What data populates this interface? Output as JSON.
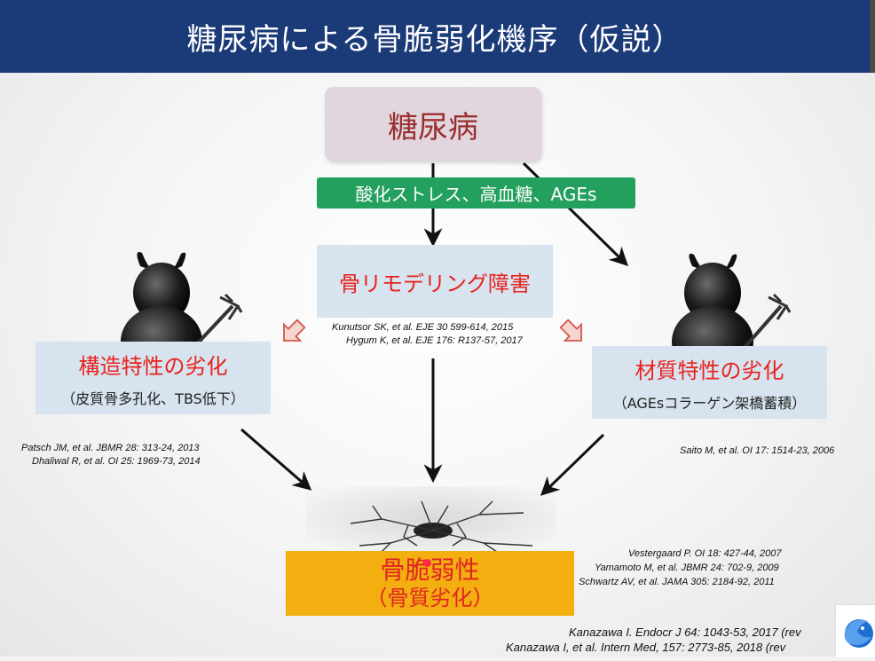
{
  "title": "糖尿病による骨脆弱化機序（仮説）",
  "top_node": "糖尿病",
  "mediators": "酸化ストレス、高血糖、AGEs",
  "center_node": {
    "title": "骨リモデリング障害",
    "refs": [
      "Kunutsor SK, et al.   EJE 30 599-614, 2015",
      "Hygum K, et al.   EJE 176: R137-57, 2017"
    ]
  },
  "left_node": {
    "title": "構造特性の劣化",
    "subtitle": "（皮質骨多孔化、TBS低下）",
    "refs": [
      "Patsch JM, et al.   JBMR 28: 313-24, 2013",
      "Dhaliwal R, et al.   OI 25: 1969-73, 2014"
    ]
  },
  "right_node": {
    "title": "材質特性の劣化",
    "subtitle": "（AGEsコラーゲン架橋蓄積）",
    "refs": [
      "Saito M, et al.   OI 17: 1514-23, 2006"
    ]
  },
  "bottom_node": {
    "line1": "骨脆弱性",
    "line2": "（骨質劣化）"
  },
  "bottom_refs": [
    "Vestergaard P.   OI 18: 427-44, 2007",
    "Yamamoto M, et al.   JBMR 24: 702-9, 2009",
    "Schwartz AV, et al.   JAMA 305: 2184-92, 2011"
  ],
  "footer_refs": [
    "Kanazawa I.   Endocr J 64: 1043-53, 2017 (rev",
    "Kanazawa I, et al.   Intern Med, 157: 2773-85, 2018 (rev"
  ],
  "colors": {
    "title_bar": "#1b3a78",
    "top_box": "#e1d6de",
    "mediator_box": "#23a05d",
    "node_box": "#d7e3ee",
    "node_title": "#e8231d",
    "outcome_box": "#f3ae0f"
  }
}
